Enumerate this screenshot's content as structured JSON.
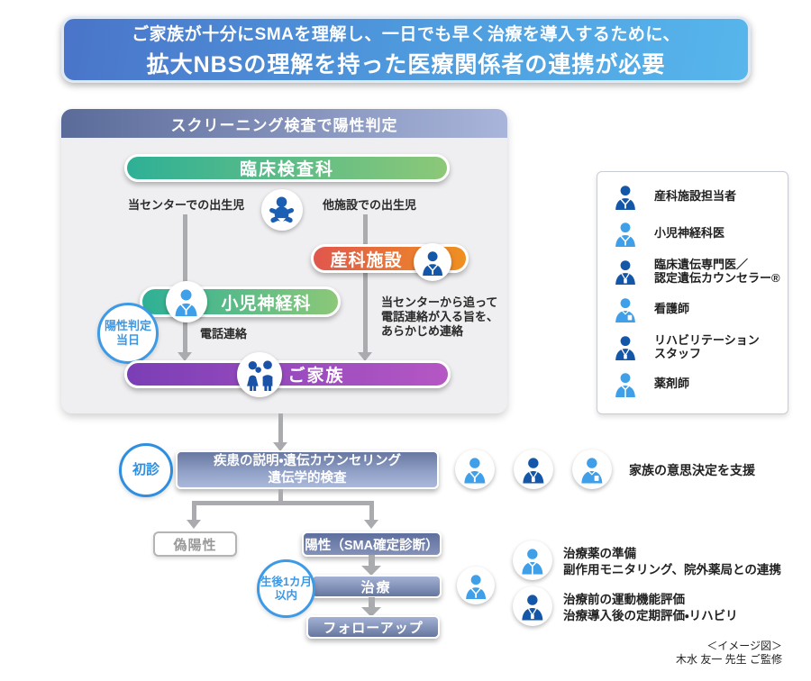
{
  "header": {
    "line1": "ご家族が十分にSMAを理解し、一日でも早く治療を導入するために、",
    "line2": "拡大NBSの理解を持った医療関係者の連携が必要"
  },
  "screening_panel": {
    "title": "スクリーニング検査で陽性判定",
    "clinical_lab_pill": "臨床検査科",
    "born_here_label": "当センターでの出生児",
    "born_other_label": "他施設での出生児",
    "obstetrics_pill": "産科施設",
    "pediatric_neuro_pill": "小児神経科",
    "same_day_badge": {
      "line1": "陽性判定",
      "line2": "当日"
    },
    "phone_contact_label": "電話連絡",
    "advance_note": {
      "line1": "当センターから追って",
      "line2": "電話連絡が入る旨を、",
      "line3": "あらかじめ連絡"
    },
    "family_pill": "ご家族"
  },
  "diagnosis_flow": {
    "first_visit_badge": "初診",
    "explain_box": {
      "line1": "疾患の説明・遺伝カウンセリング",
      "line2": "遺伝学的検査"
    },
    "family_support_note": "家族の意思決定を支援",
    "false_positive_box": "偽陽性",
    "positive_box": "陽性（SMA確定診断）",
    "month_badge": {
      "line1": "生後1カ月",
      "line2": "以内"
    },
    "treatment_box": "治療",
    "followup_box": "フォローアップ",
    "pharmacist_note": {
      "line1": "治療薬の準備",
      "line2": "副作用モニタリング、院外薬局との連携"
    },
    "rehab_note": {
      "line1": "治療前の運動機能評価",
      "line2": "治療導入後の定期評価・リハビリ"
    }
  },
  "legend": {
    "items": [
      {
        "icon": "obstetrics-staff-icon",
        "line1": "産科施設担当者",
        "line2": ""
      },
      {
        "icon": "pediatric-neurologist-icon",
        "line1": "小児神経科医",
        "line2": ""
      },
      {
        "icon": "genetic-counselor-icon",
        "line1": "臨床遺伝専門医／",
        "line2": "認定遺伝カウンセラー®"
      },
      {
        "icon": "nurse-icon",
        "line1": "看護師",
        "line2": ""
      },
      {
        "icon": "rehab-staff-icon",
        "line1": "リハビリテーション",
        "line2": "スタッフ"
      },
      {
        "icon": "pharmacist-icon",
        "line1": "薬剤師",
        "line2": ""
      }
    ]
  },
  "credit": {
    "line1": "＜イメージ図＞",
    "line2": "木水 友一 先生 ご監修"
  },
  "colors": {
    "header_gradient_start": "#4a74c9",
    "header_gradient_end": "#57b6ec",
    "panel_title_gradient_start": "#5b6b99",
    "panel_title_gradient_end": "#a9b5da",
    "green_pill_start": "#2eb096",
    "green_pill_end": "#8cc878",
    "orange_pill_start": "#e0564d",
    "orange_pill_end": "#ef9021",
    "purple_pill_start": "#7b3eb6",
    "purple_pill_end": "#b557c4",
    "slate_box_light": "#a3b1d4",
    "slate_box_dark": "#66779f",
    "accent_blue": "#3d9ae6",
    "person_dark_blue": "#1456a8",
    "person_light_blue": "#3f9fe8",
    "connector_gray": "#a9abae"
  }
}
